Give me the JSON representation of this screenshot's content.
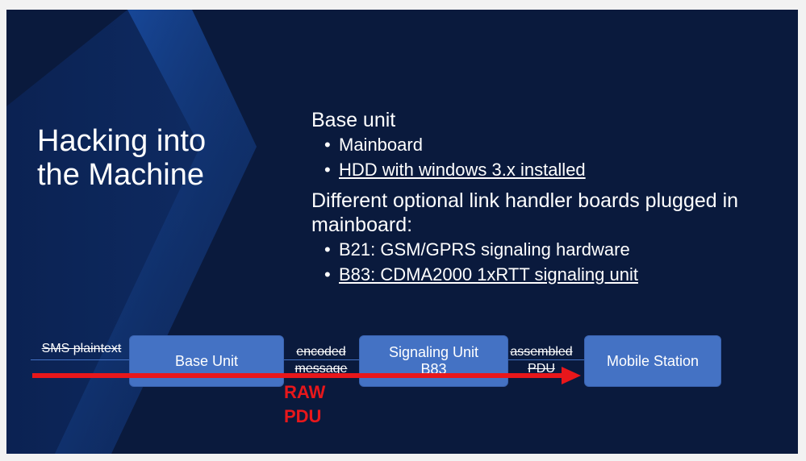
{
  "title": "Hacking into\nthe Machine",
  "content": {
    "heading1": "Base unit",
    "items1": [
      "Mainboard",
      "HDD with windows 3.x installed"
    ],
    "heading2": "Different optional link handler boards plugged in mainboard:",
    "items2": [
      "B21: GSM/GPRS signaling hardware",
      "B83: CDMA2000 1xRTT signaling unit"
    ]
  },
  "diagram": {
    "input_label": "SMS plaintext",
    "box1": "Base Unit",
    "mid_label1": "encoded\nmessage",
    "box2": "Signaling Unit\nB83",
    "mid_label2": "assembled\nPDU",
    "box3": "Mobile Station",
    "overlay_label": "RAW\nPDU"
  },
  "colors": {
    "background": "#0a1a3d",
    "box": "#4472c4",
    "red_arrow": "#e8171b"
  }
}
